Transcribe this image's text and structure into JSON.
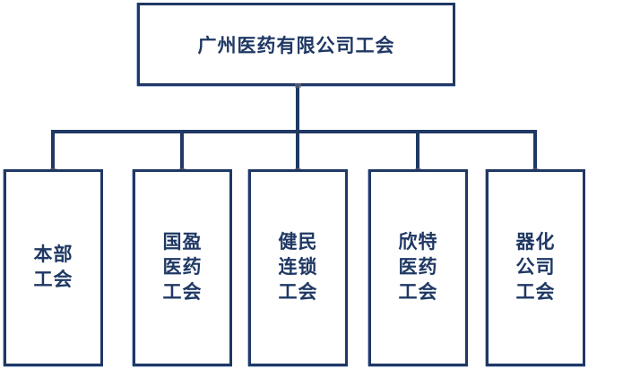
{
  "org_chart": {
    "root": {
      "label": "广州医药有限公司工会"
    },
    "children": [
      {
        "id": "benbu",
        "label": "本部\n工会"
      },
      {
        "id": "guoying",
        "label": "国盈\n医药\n工会"
      },
      {
        "id": "jianmin",
        "label": "健民\n连锁\n工会"
      },
      {
        "id": "xinte",
        "label": "欣特\n医药\n工会"
      },
      {
        "id": "qihua",
        "label": "器化\n公司\n工会"
      }
    ]
  },
  "colors": {
    "line": "#1F3864",
    "border": "#1F3864",
    "text": "#1F3864",
    "background": "#FFFFFF"
  }
}
